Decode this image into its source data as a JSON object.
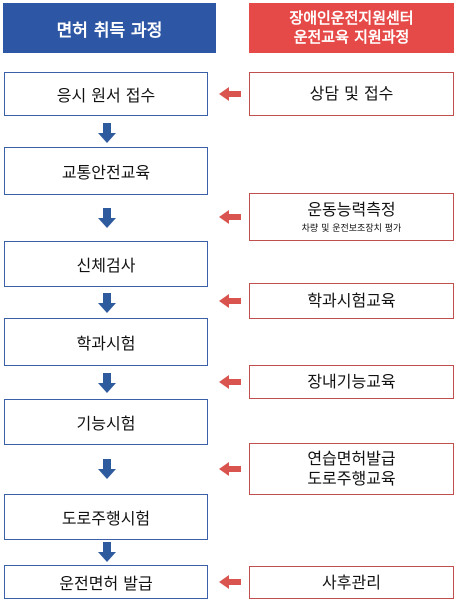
{
  "headers": {
    "left": "면허 취득 과정",
    "right_line1": "장애인운전지원센터",
    "right_line2": "운전교육 지원과정"
  },
  "left_steps": [
    "응시 원서 접수",
    "교통안전교육",
    "신체검사",
    "학과시험",
    "기능시험",
    "도로주행시험",
    "운전면허 발급"
  ],
  "right_steps": {
    "s0": "상담 및 접수",
    "s1": "운동능력측정",
    "s1_sub": "차량 및 운전보조장치 평가",
    "s2": "학과시험교육",
    "s3": "장내기능교육",
    "s4_line1": "연습면허발급",
    "s4_line2": "도로주행교육",
    "s5": "사후관리"
  },
  "colors": {
    "blue": "#2d56a4",
    "red": "#e64a48",
    "arrow_blue": "#2e5a9e",
    "arrow_red": "#d9534f"
  }
}
